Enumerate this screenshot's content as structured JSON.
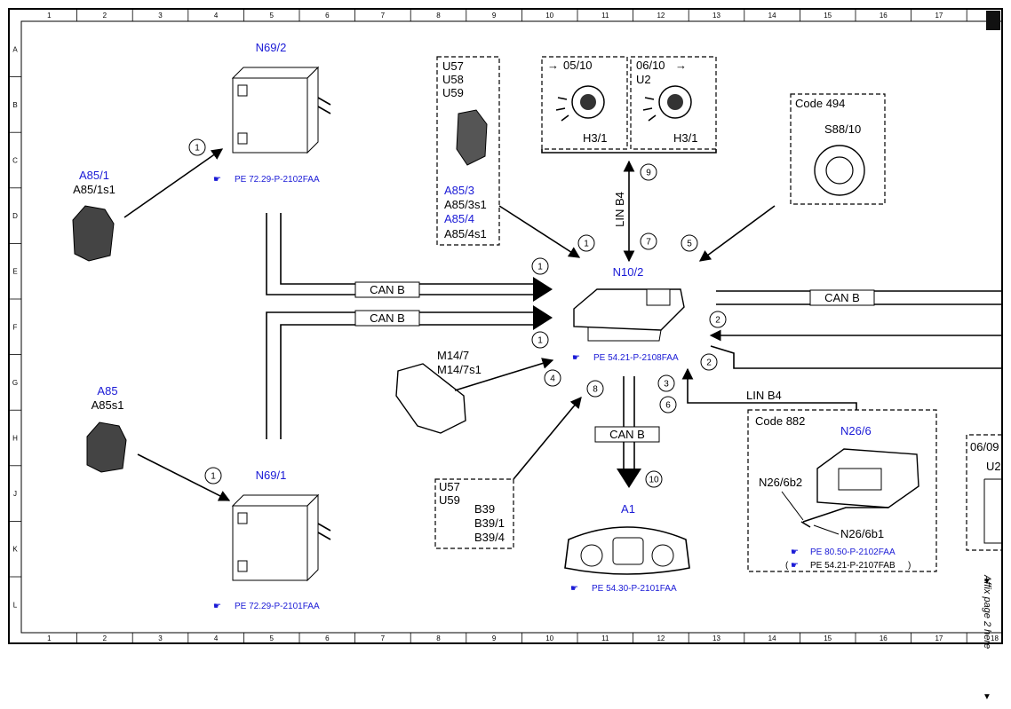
{
  "grid": {
    "columns": [
      "1",
      "2",
      "3",
      "4",
      "5",
      "6",
      "7",
      "8",
      "9",
      "10",
      "11",
      "12",
      "13",
      "14",
      "15",
      "16",
      "17",
      "18"
    ],
    "rows": [
      "A",
      "B",
      "C",
      "D",
      "E",
      "F",
      "G",
      "H",
      "J",
      "K",
      "L"
    ]
  },
  "components": {
    "n69_2": {
      "label": "N69/2",
      "ref": "PE 72.29-P-2102FAA"
    },
    "n69_1": {
      "label": "N69/1",
      "ref": "PE 72.29-P-2101FAA"
    },
    "a85_1": {
      "label": "A85/1",
      "sublabel": "A85/1s1"
    },
    "a85": {
      "label": "A85",
      "sublabel": "A85s1"
    },
    "u57_group": {
      "lines": [
        "U57",
        "U58",
        "U59"
      ],
      "a85_3": "A85/3",
      "a85_3s1": "A85/3s1",
      "a85_4": "A85/4",
      "a85_4s1": "A85/4s1"
    },
    "h3_left": {
      "code": "05/10",
      "label": "H3/1"
    },
    "h3_right": {
      "code": "06/10",
      "variant": "U2",
      "label": "H3/1"
    },
    "code494": {
      "title": "Code 494",
      "label": "S88/10"
    },
    "n10_2": {
      "label": "N10/2",
      "ref": "PE 54.21-P-2108FAA"
    },
    "m14_7": {
      "label": "M14/7",
      "sublabel": "M14/7s1"
    },
    "u57_b39": {
      "left": [
        "U57",
        "U59"
      ],
      "right": [
        "B39",
        "B39/1",
        "B39/4"
      ]
    },
    "a1": {
      "label": "A1",
      "ref": "PE 54.30-P-2101FAA"
    },
    "code882": {
      "title": "Code 882",
      "n26_6": "N26/6",
      "n26_6b2": "N26/6b2",
      "n26_6b1": "N26/6b1",
      "ref1": "PE 80.50-P-2102FAA",
      "ref2": "PE 54.21-P-2107FAB",
      "ref2_open": "(",
      "ref2_close": ")"
    },
    "partial_right": {
      "code": "06/09",
      "variant": "U2"
    }
  },
  "buses": {
    "can_b": "CAN B",
    "lin_b4": "LIN B4"
  },
  "circle_numbers": [
    "1",
    "1",
    "1",
    "1",
    "1",
    "2",
    "2",
    "3",
    "4",
    "5",
    "6",
    "7",
    "8",
    "9",
    "10"
  ],
  "side_note": "Affix page 2 here",
  "colors": {
    "accent_blue": "#1a1ad6",
    "line": "#000000"
  }
}
